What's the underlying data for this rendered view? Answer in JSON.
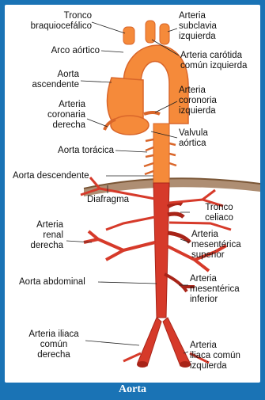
{
  "caption": "Aorta",
  "colors": {
    "frame": "#1a73b5",
    "aorta_orange": "#f58a3a",
    "aorta_dark": "#d9662a",
    "artery_red": "#d63a2a",
    "artery_dark": "#a82418",
    "diaphragm": "#a07a5a"
  },
  "labels": {
    "tronco_braquiocefalico": "Tronco\nbraquiocefálico",
    "arco_aortico": "Arco aórtico",
    "aorta_ascendente": "Aorta\nascendente",
    "arteria_coronaria_derecha": "Arteria\ncoronaria\nderecha",
    "aorta_toracica": "Aorta torácica",
    "aorta_descendente": "Aorta descendente",
    "diafragma": "Diafragma",
    "arteria_renal_derecha": "Arteria\nrenal\nderecha",
    "aorta_abdominal": "Aorta abdominal",
    "arteria_iliaca_comun_derecha": "Arteria iliaca\ncomún\nderecha",
    "arteria_subclavia_izquierda": "Arteria\nsubclavia\nizquierda",
    "arteria_carotida_comun_izquierda": "Arteria carótida\ncomún izquierda",
    "arteria_coronaria_izquierda": "Arteria\ncoronoria\nizquierda",
    "valvula_aortica": "Valvula\naórtica",
    "tronco_celiaco": "Tronco\nceliaco",
    "arteria_mesenterica_superior": "Arteria\nmesentérica\nsuperior",
    "arteria_mesenterica_inferior": "Arteria\nmesentérica\ninferior",
    "arteria_iliaca_comun_izquierda": "Arteria\niliaca común\nizquierda"
  }
}
